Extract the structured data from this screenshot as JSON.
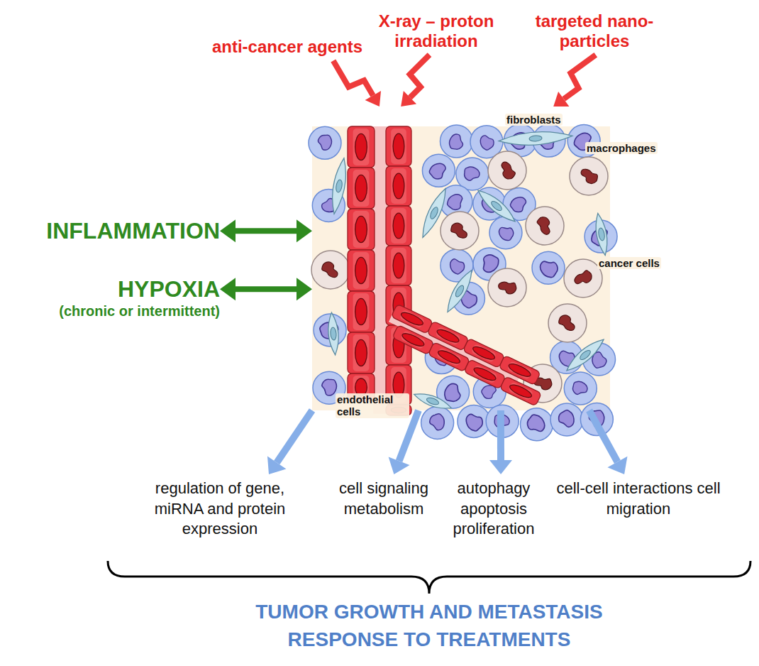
{
  "diagram": {
    "nodes": [
      {
        "text": [
          "anti-cancer agents"
        ]
      },
      {
        "text": [
          "X-ray – proton irradiation"
        ]
      },
      {
        "text": [
          "targeted nano-particles"
        ]
      },
      {
        "text": [
          "INFLAMMATION"
        ]
      },
      {
        "text": [
          "HYPOXIA",
          "(chronic or intermittent)"
        ]
      },
      {
        "text": [
          "fibroblasts",
          "macrophages",
          "cancer cells",
          "endothelial cells"
        ]
      },
      {
        "text": [
          "regulation of gene, miRNA and protein expression"
        ]
      },
      {
        "text": [
          "cell signaling metabolism"
        ]
      },
      {
        "text": [
          "autophagy apoptosis proliferation"
        ]
      },
      {
        "text": [
          "cell-cell interactions cell migration"
        ]
      }
    ],
    "edges": [
      {
        "from": 0,
        "to": 5,
        "arrow": "to"
      },
      {
        "from": 1,
        "to": 5,
        "arrow": "to"
      },
      {
        "from": 2,
        "to": 5,
        "arrow": "to"
      },
      {
        "from": 3,
        "to": 5,
        "arrow": "both"
      },
      {
        "from": 4,
        "to": 5,
        "arrow": "both"
      },
      {
        "from": 5,
        "to": 6,
        "arrow": "to"
      },
      {
        "from": 5,
        "to": 7,
        "arrow": "to"
      },
      {
        "from": 5,
        "to": 8,
        "arrow": "to"
      },
      {
        "from": 5,
        "to": 9,
        "arrow": "to"
      }
    ],
    "labels": [
      "TUMOR GROWTH AND METASTASIS RESPONSE TO TREATMENTS"
    ]
  }
}
